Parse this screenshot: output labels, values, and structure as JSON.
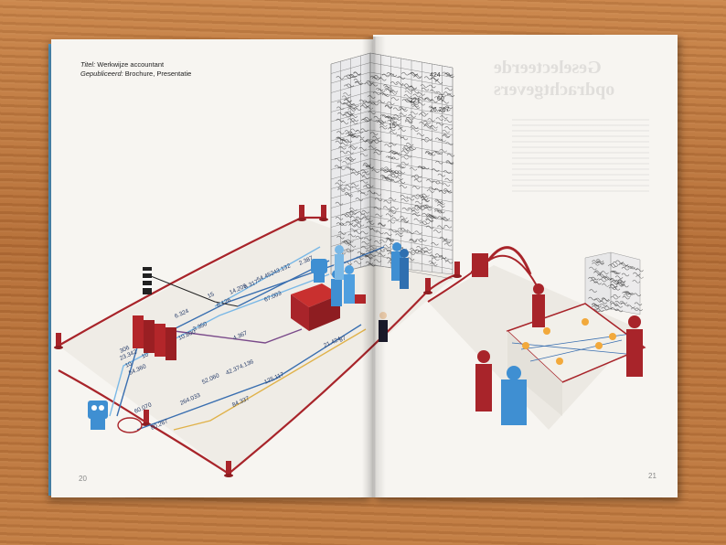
{
  "spread": {
    "meta": {
      "title_label": "Titel:",
      "title_value": "Werkwijze accountant",
      "published_label": "Gepubliceerd:",
      "published_value": "Brochure, Presentatie"
    },
    "left_page_number": "20",
    "right_page_number": "21",
    "ghost_heading": "Geselecteerde opdrachtgevers"
  },
  "illustration": {
    "flow_numbers": [
      {
        "text": "306"
      },
      {
        "text": "23.342"
      },
      {
        "text": "10"
      },
      {
        "text": "10"
      },
      {
        "text": "54.360"
      },
      {
        "text": "60.070"
      },
      {
        "text": "80.267"
      },
      {
        "text": "264.033"
      },
      {
        "text": "52.060"
      },
      {
        "text": "84.337"
      },
      {
        "text": "42.374.136"
      },
      {
        "text": "125.117"
      },
      {
        "text": "6.324"
      },
      {
        "text": "3.350"
      },
      {
        "text": "10.800"
      },
      {
        "text": "4.367"
      },
      {
        "text": "15"
      },
      {
        "text": "6.126"
      },
      {
        "text": "14.205"
      },
      {
        "text": "6.317"
      },
      {
        "text": "54.452"
      },
      {
        "text": "43.132"
      },
      {
        "text": "2.387"
      },
      {
        "text": "67.003"
      },
      {
        "text": "21.424"
      },
      {
        "text": "37"
      }
    ],
    "tower_numbers": [
      {
        "text": "424"
      },
      {
        "text": "60"
      },
      {
        "text": "26.267"
      },
      {
        "text": "221"
      },
      {
        "text": "15"
      }
    ],
    "colors": {
      "rope": "#a8242a",
      "figure_blue": "#3f8fd2",
      "figure_red": "#b3262a",
      "line_blue": "#3a6fb0",
      "line_purple": "#7a4a8a",
      "line_gold": "#e0b24a",
      "line_lightblue": "#7ab8e6"
    }
  }
}
